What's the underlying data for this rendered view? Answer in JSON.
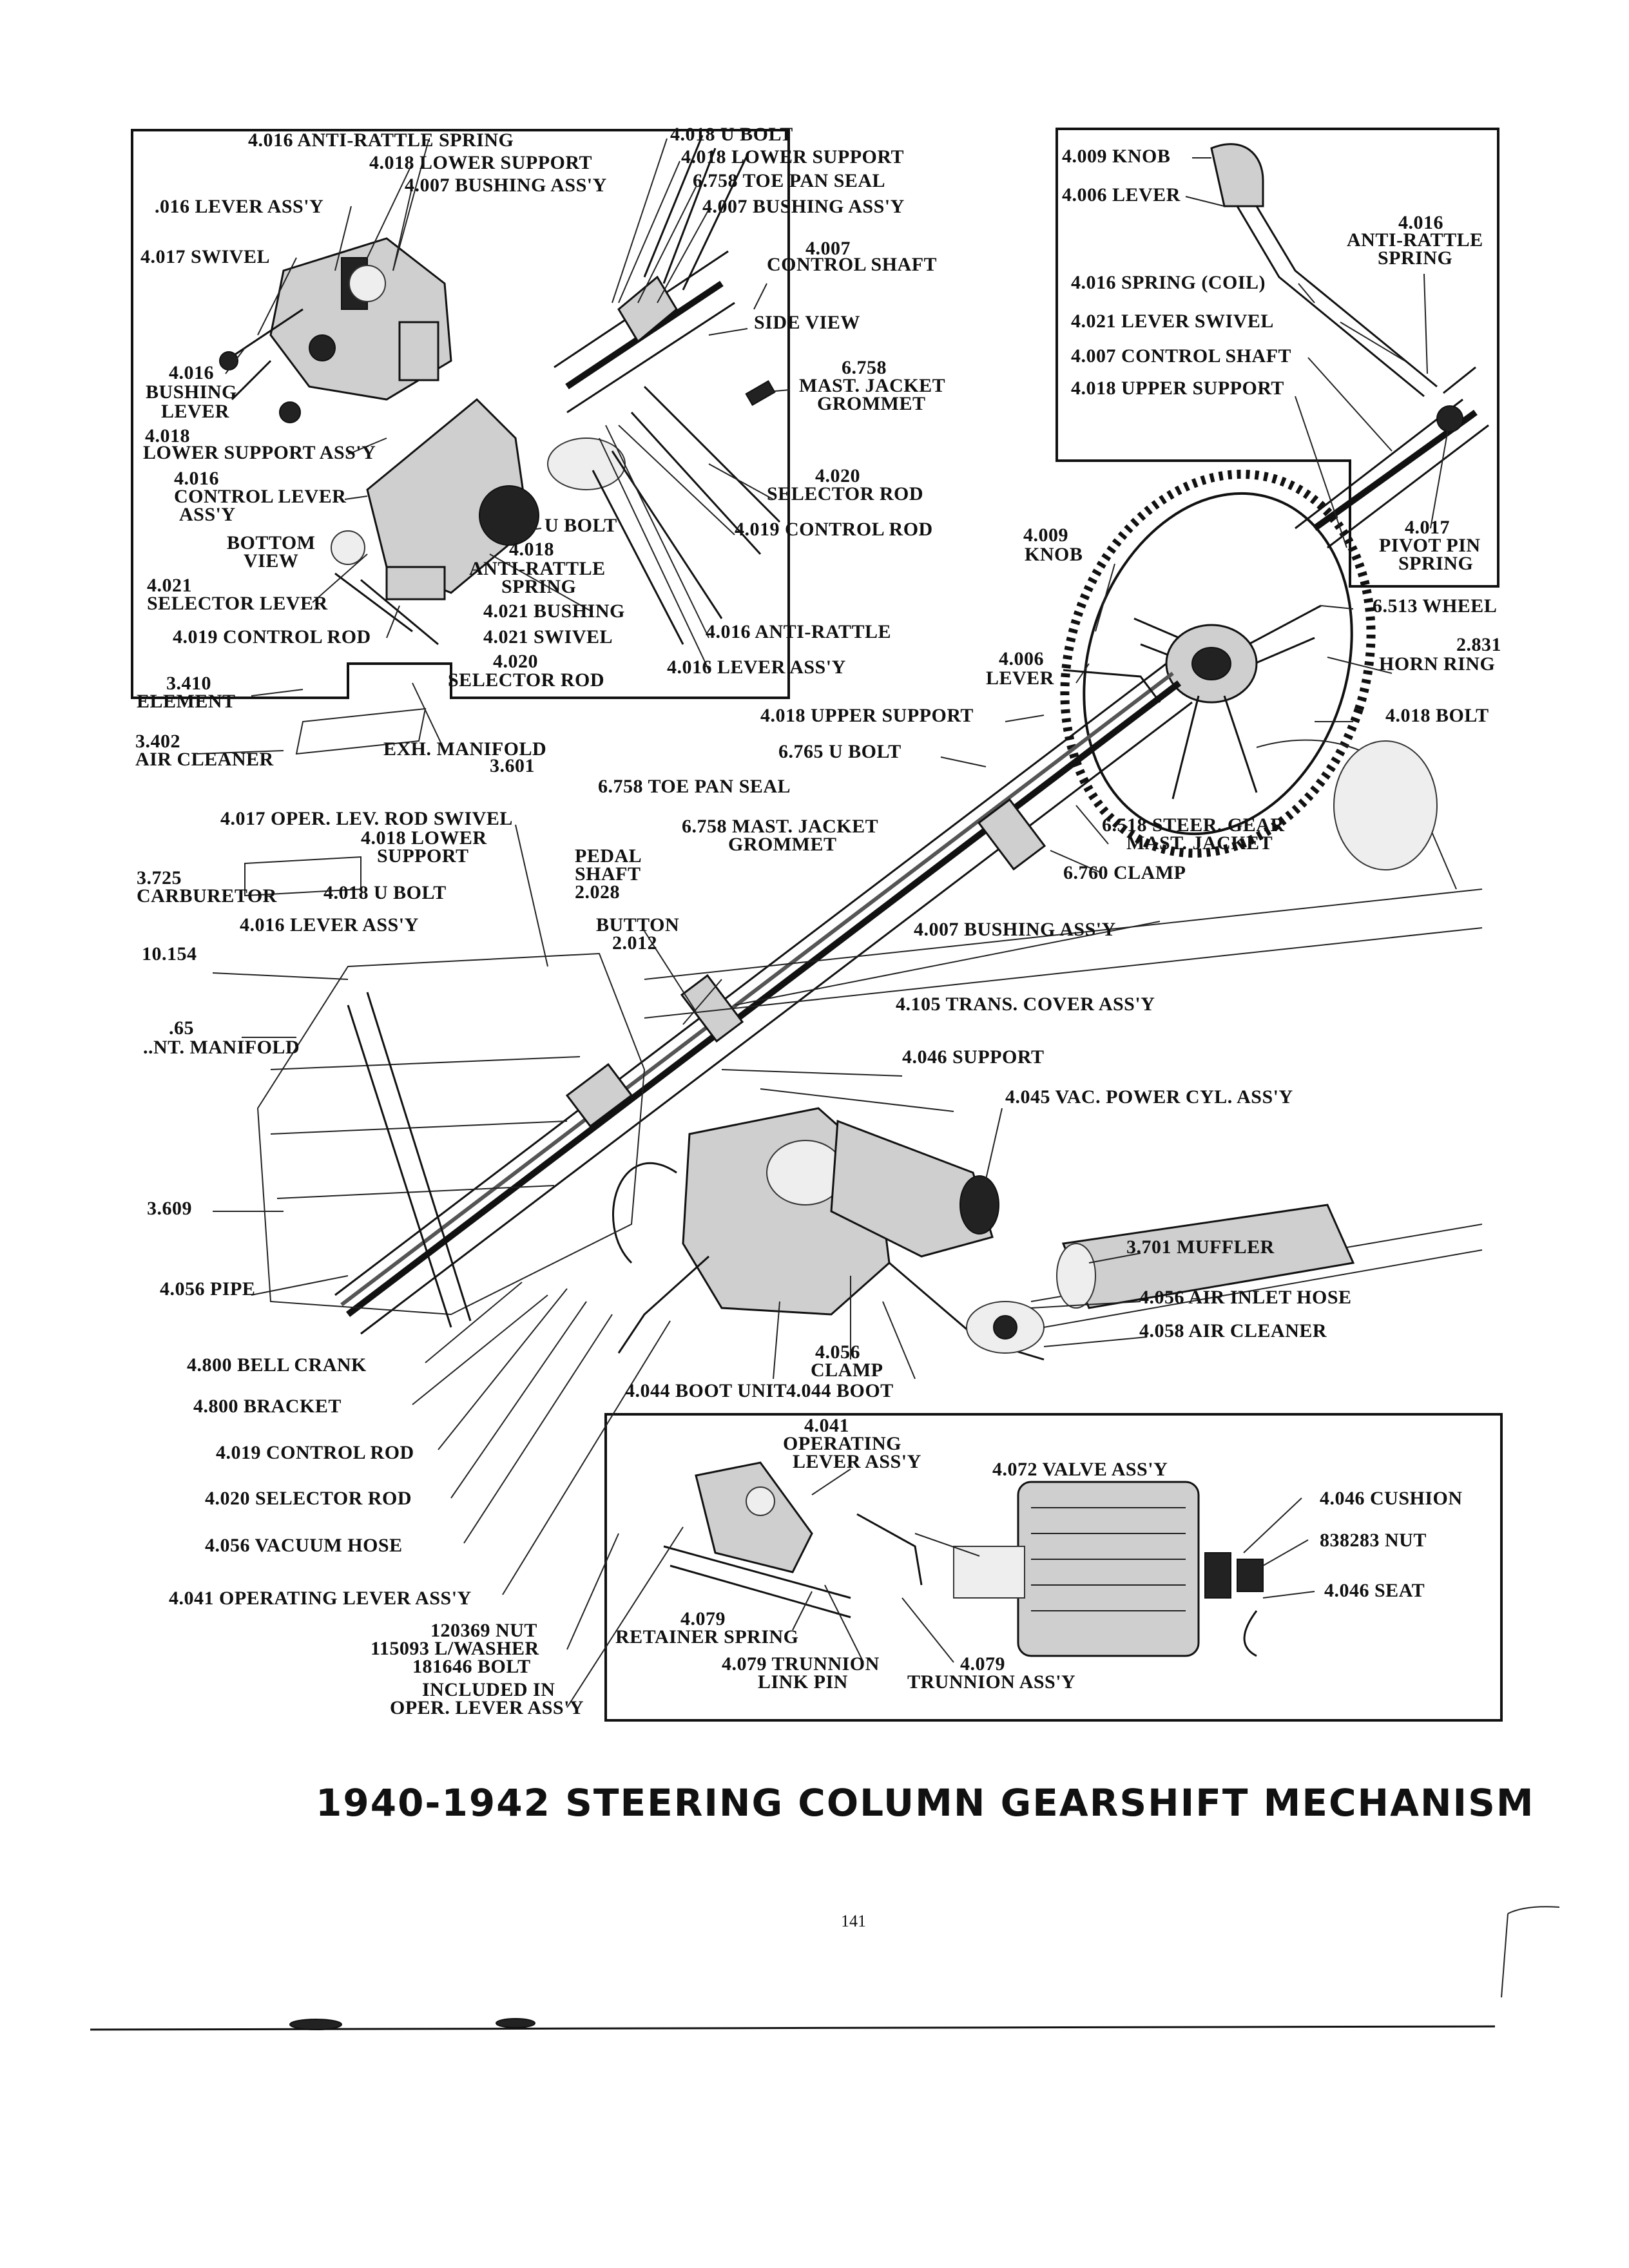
{
  "title": "1940-1942 STEERING COLUMN GEARSHIFT MECHANISM",
  "page_number": "141",
  "inset_top_left": {
    "labels": [
      "4.016 ANTI-RATTLE SPRING",
      "4.018 LOWER SUPPORT",
      "4.007 BUSHING ASS'Y",
      ".016 LEVER ASS'Y",
      "4.017 SWIVEL",
      "4.016",
      "BUSHING",
      "LEVER",
      "4.018",
      "LOWER SUPPORT ASS'Y",
      "4.016",
      "CONTROL LEVER",
      "ASS'Y",
      "BOTTOM",
      "VIEW",
      "4.021",
      "SELECTOR LEVER",
      "4.019 CONTROL ROD",
      "U BOLT",
      "4.018",
      "ANTI-RATTLE",
      "SPRING",
      "4.021 BUSHING",
      "4.021 SWIVEL",
      "4.020",
      "SELECTOR ROD",
      "4.018 U BOLT",
      "4.018 LOWER SUPPORT",
      "6.758 TOE PAN SEAL",
      "4.007 BUSHING ASS'Y",
      "4.007",
      "CONTROL SHAFT",
      "SIDE VIEW",
      "6.758",
      "MAST. JACKET",
      "GROMMET",
      "4.020",
      "SELECTOR ROD",
      "4.019 CONTROL ROD",
      "4.016 ANTI-RATTLE",
      "4.016 LEVER ASS'Y"
    ]
  },
  "inset_top_right": {
    "labels": [
      "4.009 KNOB",
      "4.006 LEVER",
      "4.016",
      "ANTI-RATTLE",
      "SPRING",
      "4.016 SPRING (COIL)",
      "4.021 LEVER SWIVEL",
      "4.007 CONTROL SHAFT",
      "4.018 UPPER SUPPORT",
      "4.017",
      "PIVOT PIN",
      "SPRING"
    ]
  },
  "main_labels": [
    "4.009",
    "KNOB",
    "6.513 WHEEL",
    "2.831",
    "HORN RING",
    "4.006",
    "LEVER",
    "4.018 BOLT",
    "4.018 UPPER SUPPORT",
    "6.765 U BOLT",
    "3.410",
    "ELEMENT",
    "3.402",
    "AIR CLEANER",
    "EXH. MANIFOLD",
    "3.601",
    "6.758 TOE PAN SEAL",
    "6.518 STEER. GEAR",
    "MAST. JACKET",
    "6.760 CLAMP",
    "4.017 OPER. LEV. ROD SWIVEL",
    "4.018 LOWER",
    "SUPPORT",
    "3.725",
    "CARBURETOR",
    "4.018 U BOLT",
    "PEDAL",
    "SHAFT",
    "2.028",
    "6.758 MAST. JACKET",
    "GROMMET",
    "4.016 LEVER ASS'Y",
    "BUTTON",
    "2.012",
    "10.154",
    "4.007 BUSHING ASS'Y",
    "4.105 TRANS. COVER ASS'Y",
    ".65",
    "..NT. MANIFOLD",
    "4.046 SUPPORT",
    "4.045 VAC. POWER CYL. ASS'Y",
    "3.609",
    "3.701 MUFFLER",
    "4.056 PIPE",
    "4.056 AIR INLET HOSE",
    "4.058 AIR CLEANER",
    "4.056",
    "CLAMP",
    "4.800 BELL CRANK",
    "4.044 BOOT UNIT",
    "4.044 BOOT",
    "4.800 BRACKET",
    "4.019 CONTROL ROD",
    "4.020 SELECTOR ROD",
    "4.056 VACUUM HOSE",
    "4.041 OPERATING LEVER ASS'Y",
    "120369 NUT",
    "115093 L/WASHER",
    "181646 BOLT",
    "INCLUDED IN",
    "OPER. LEVER ASS'Y"
  ],
  "inset_bottom": {
    "labels": [
      "4.041",
      "OPERATING",
      "LEVER ASS'Y",
      "4.072 VALVE ASS'Y",
      "4.046 CUSHION",
      "838283 NUT",
      "4.046 SEAT",
      "4.079",
      "RETAINER SPRING",
      "4.079 TRUNNION",
      "LINK PIN",
      "4.079",
      "TRUNNION ASS'Y"
    ]
  }
}
